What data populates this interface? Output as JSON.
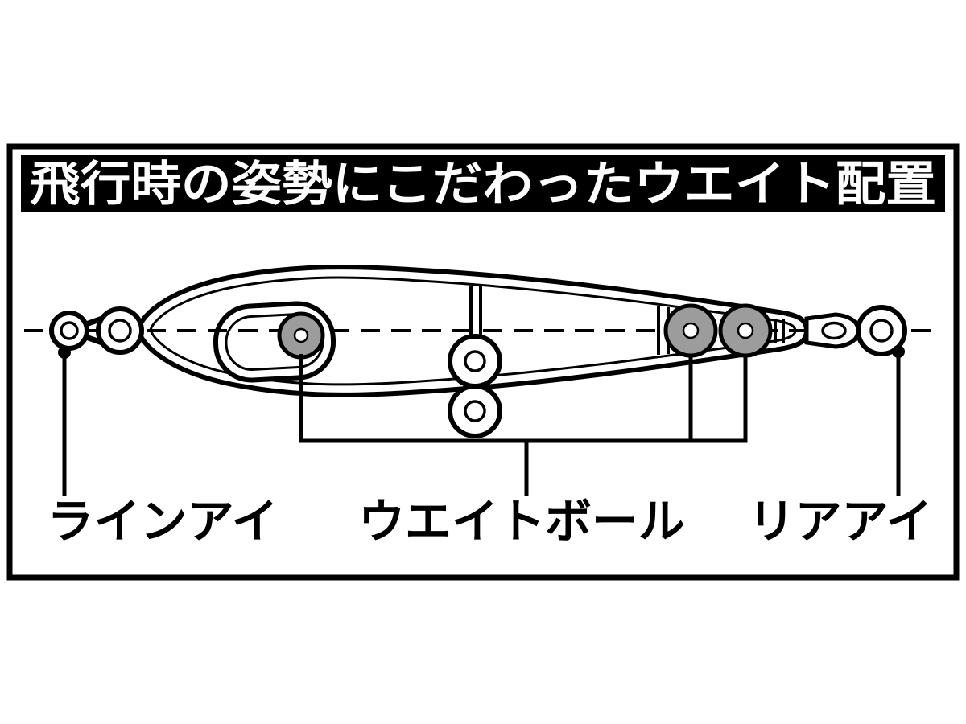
{
  "title": "飛行時の姿勢にこだわったウエイト配置",
  "labels": {
    "line_eye": "ラインアイ",
    "weight_ball": "ウエイトボール",
    "rear_eye": "リアアイ"
  },
  "colors": {
    "background": "#ffffff",
    "line": "#000000",
    "weight_ball_fill": "#9c9c9c",
    "title_bg": "#000000",
    "title_text": "#ffffff"
  }
}
